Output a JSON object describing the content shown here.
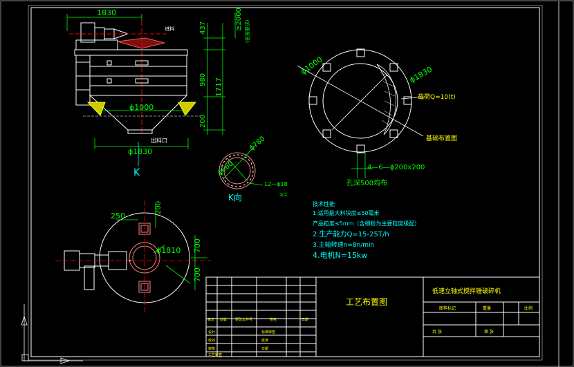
{
  "front_view": {
    "dim_width_top": "1830",
    "dim_437": "437",
    "dim_980": "980",
    "dim_1717": "1717",
    "dim_200": "200",
    "dim_2000": "≥2000",
    "note_right": "(各按要求)",
    "label_inlet": "进料",
    "label_outlet": "出料口",
    "dim_1000": "ϕ1000",
    "dim_1830": "ϕ1830",
    "view_k": "K"
  },
  "plan_right": {
    "dim_1000": "ϕ1000",
    "dim_1830": "ϕ1830",
    "load": "载荷Q=10(t)",
    "caption": "基础布置图",
    "holes": "4—6—ϕ200x200",
    "depth": "孔深500均布"
  },
  "k_view": {
    "dim_780": "ϕ780",
    "dim_660": "ϕ660",
    "bolts": "12—ϕ18",
    "flange": "法兰",
    "caption": "K向"
  },
  "tech": {
    "title": "技术性能",
    "line1": "1.适用最大料块度≤50毫米",
    "line2": "产品粒度≤5mm（含细粉为主要粒度级配）",
    "line3": "2.生产能力Q=15-25T/h",
    "line4": "3.主轴转速n=8n/min",
    "line5": "4.电机N=15kw"
  },
  "plan_bottom": {
    "dim_250": "250",
    "dim_200": "200",
    "dim_1810": "ϕ1810",
    "dim_700a": "700",
    "dim_700b": "700"
  },
  "title_block": {
    "drawing_name": "工艺布置图",
    "product_name": "低速立轴式搅拌锤破碎机",
    "drawing_no_label": "图样标记",
    "weight_label": "重量",
    "scale_label": "比例",
    "sheet_label": "共   张",
    "sheet_no_label": "第   张",
    "rev_headers": [
      "标记",
      "处数",
      "更改文件号",
      "签名",
      "日期"
    ],
    "roles": [
      "设计",
      "校对",
      "审核",
      "工艺审查"
    ],
    "roles2": [
      "标准审查",
      "批准",
      "日期"
    ]
  }
}
